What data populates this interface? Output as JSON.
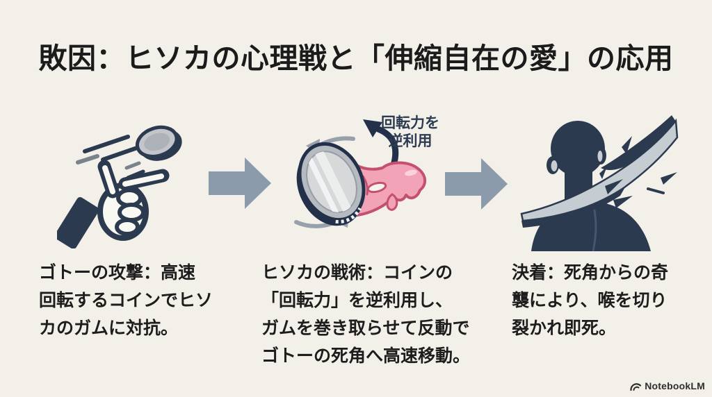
{
  "page": {
    "title": "敗因：ヒソカの心理戦と「伸縮自在の愛」の応用",
    "background_color": "#f2f0e9",
    "title_color": "#1b1b1b",
    "body_text_color": "#1d1d1d"
  },
  "colors": {
    "ink_navy": "#2b3a4f",
    "flow_arrow_slate": "#8c9bab",
    "rotation_arrow_gray": "#98a1ab",
    "gum_pink": "#f2a3b8",
    "gum_outline": "#c4506f",
    "coin_gray": "#b6bbc2",
    "coin_face": "#d6d8da",
    "slash_gray": "#c5ccd2",
    "annotation_navy": "#2c3b52"
  },
  "steps": [
    {
      "name": "gotoh-attack",
      "icon": "hand-flicking-coin-icon",
      "caption_lines": [
        "ゴトーの攻撃：高速",
        "回転するコインでヒソ",
        "カのガムに対抗。"
      ]
    },
    {
      "name": "hisoka-tactic",
      "icon": "coin-wrapped-in-bungee-gum-icon",
      "annotation_lines": [
        "回転力を",
        "逆利用"
      ],
      "caption_lines": [
        "ヒソカの戦術：コインの",
        "「回転力」を逆利用し、",
        "ガムを巻き取らせて反動で",
        "ゴトーの死角へ高速移動。"
      ]
    },
    {
      "name": "conclusion",
      "icon": "head-silhouette-neck-slash-icon",
      "caption_lines": [
        "決着：死角からの奇",
        "襲により、喉を切り",
        "裂かれ即死。"
      ]
    }
  ],
  "watermark": {
    "brand": "NotebookLM"
  }
}
